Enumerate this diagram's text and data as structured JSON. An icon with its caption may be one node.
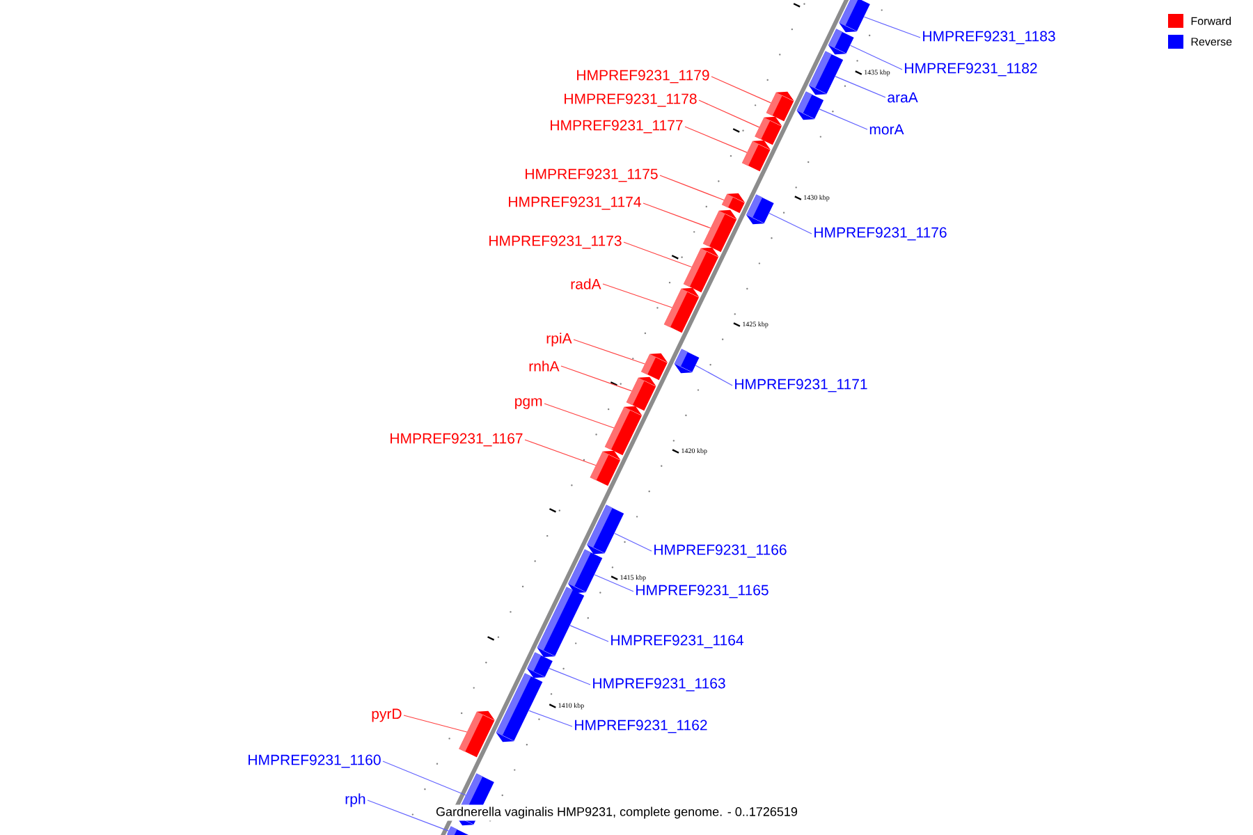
{
  "diagram": {
    "caption": "Gardnerella vaginalis HMP9231, complete genome. - 0..1726519",
    "nodes": [
      {
        "text": [
          "HMPREF9231_1183"
        ]
      },
      {
        "text": [],
        "shape": "box"
      },
      {
        "text": [
          "HMPREF9231_1182"
        ]
      },
      {
        "text": [],
        "shape": "box"
      },
      {
        "text": [
          "HMPREF9231_1179"
        ]
      },
      {
        "text": [],
        "shape": "box"
      },
      {
        "text": [
          "araA"
        ]
      },
      {
        "text": [],
        "shape": "box"
      },
      {
        "text": [
          "HMPREF9231_1178"
        ]
      },
      {
        "text": [],
        "shape": "box"
      },
      {
        "text": [
          "HMPREF9231_1177"
        ]
      },
      {
        "text": [],
        "shape": "box"
      },
      {
        "text": [
          "morA"
        ]
      },
      {
        "text": [],
        "shape": "box"
      },
      {
        "text": [
          "HMPREF9231_1175"
        ]
      },
      {
        "text": [],
        "shape": "box"
      },
      {
        "text": [
          "HMPREF9231_1174"
        ]
      },
      {
        "text": [],
        "shape": "box"
      },
      {
        "text": [
          "HMPREF9231_1176"
        ]
      },
      {
        "text": [],
        "shape": "box"
      },
      {
        "text": [
          "HMPREF9231_1173"
        ]
      },
      {
        "text": [],
        "shape": "box"
      },
      {
        "text": [
          "radA"
        ]
      },
      {
        "text": [],
        "shape": "box"
      },
      {
        "text": [
          "rpiA"
        ]
      },
      {
        "text": [],
        "shape": "box"
      },
      {
        "text": [
          "rnhA"
        ]
      },
      {
        "text": [],
        "shape": "box"
      },
      {
        "text": [
          "HMPREF9231_1171"
        ]
      },
      {
        "text": [],
        "shape": "box"
      },
      {
        "text": [
          "pgm"
        ]
      },
      {
        "text": [],
        "shape": "box"
      },
      {
        "text": [
          "HMPREF9231_1167"
        ]
      },
      {
        "text": [],
        "shape": "box"
      },
      {
        "text": [
          "HMPREF9231_1166"
        ]
      },
      {
        "text": [],
        "shape": "box"
      },
      {
        "text": [
          "HMPREF9231_1165"
        ]
      },
      {
        "text": [],
        "shape": "box"
      },
      {
        "text": [
          "HMPREF9231_1164"
        ]
      },
      {
        "text": [],
        "shape": "box"
      },
      {
        "text": [
          "HMPREF9231_1163"
        ]
      },
      {
        "text": [],
        "shape": "box"
      },
      {
        "text": [
          "pyrD"
        ]
      },
      {
        "text": [],
        "shape": "box"
      },
      {
        "text": [
          "HMPREF9231_1162"
        ]
      },
      {
        "text": [],
        "shape": "box"
      },
      {
        "text": [
          "HMPREF9231_1160"
        ]
      },
      {
        "text": [],
        "shape": "box"
      },
      {
        "text": [
          "rph"
        ]
      },
      {
        "text": [],
        "shape": "box"
      }
    ],
    "edges": [
      {
        "from": 0,
        "to": 1,
        "arrow": "none"
      },
      {
        "from": 2,
        "to": 3,
        "arrow": "none"
      },
      {
        "from": 4,
        "to": 5,
        "arrow": "none",
        "color": "#ff4040"
      },
      {
        "from": 6,
        "to": 7,
        "arrow": "none"
      },
      {
        "from": 8,
        "to": 9,
        "arrow": "none",
        "color": "#ff4040"
      },
      {
        "from": 10,
        "to": 11,
        "arrow": "none",
        "color": "#ff4040"
      },
      {
        "from": 12,
        "to": 13,
        "arrow": "none"
      },
      {
        "from": 14,
        "to": 15,
        "arrow": "none",
        "color": "#ff4040"
      },
      {
        "from": 16,
        "to": 17,
        "arrow": "none",
        "color": "#ff4040"
      },
      {
        "from": 18,
        "to": 19,
        "arrow": "none"
      },
      {
        "from": 20,
        "to": 21,
        "arrow": "none",
        "color": "#ff4040"
      },
      {
        "from": 22,
        "to": 23,
        "arrow": "none",
        "color": "#ff4040"
      },
      {
        "from": 24,
        "to": 25,
        "arrow": "none",
        "color": "#ff4040"
      },
      {
        "from": 26,
        "to": 27,
        "arrow": "none",
        "color": "#ff4040"
      },
      {
        "from": 28,
        "to": 29,
        "arrow": "none"
      },
      {
        "from": 30,
        "to": 31,
        "arrow": "none",
        "color": "#ff4040"
      },
      {
        "from": 32,
        "to": 33,
        "arrow": "none",
        "color": "#ff4040"
      },
      {
        "from": 34,
        "to": 35,
        "arrow": "none"
      },
      {
        "from": 36,
        "to": 37,
        "arrow": "none"
      },
      {
        "from": 38,
        "to": 39,
        "arrow": "none"
      },
      {
        "from": 40,
        "to": 41,
        "arrow": "none"
      },
      {
        "from": 42,
        "to": 43,
        "arrow": "none",
        "color": "#ff4040"
      },
      {
        "from": 44,
        "to": 45,
        "arrow": "none"
      },
      {
        "from": 46,
        "to": 47,
        "arrow": "none"
      },
      {
        "from": 48,
        "to": 49,
        "arrow": "none"
      }
    ],
    "labels": [
      "1435 kbp",
      "1430 kbp",
      "1425 kbp",
      "1420 kbp",
      "1415 kbp",
      "1410 kbp"
    ],
    "legend": [
      {
        "text": "Forward",
        "color": "#ff0000"
      },
      {
        "text": "Reverse",
        "color": "#0000ff"
      }
    ]
  }
}
